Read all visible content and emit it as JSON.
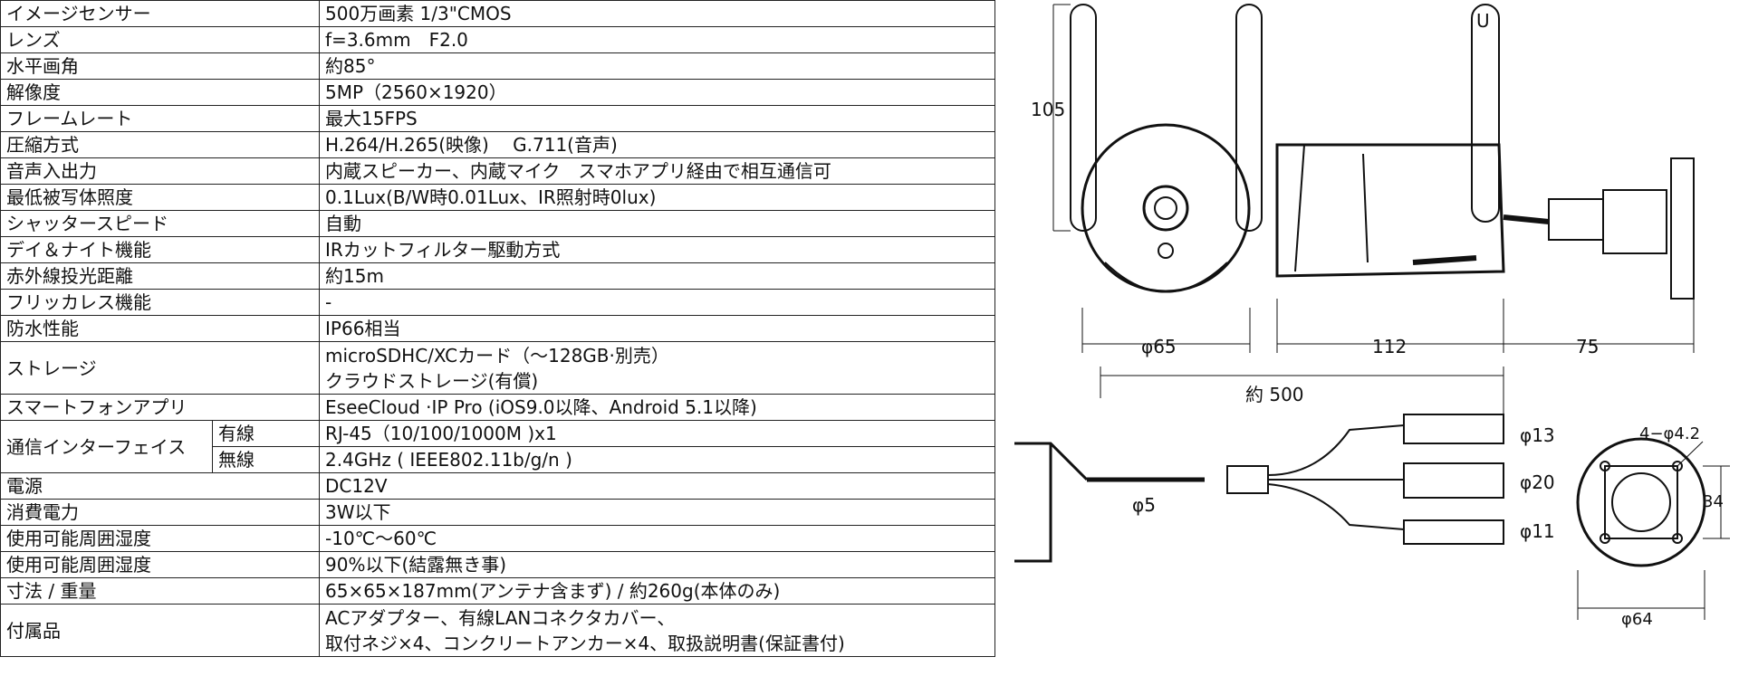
{
  "specs": [
    {
      "label": "イメージセンサー",
      "value": "500万画素 1/3\"CMOS"
    },
    {
      "label": "レンズ",
      "value": "f=3.6mm　F2.0"
    },
    {
      "label": "水平画角",
      "value": "約85°"
    },
    {
      "label": "解像度",
      "value": "5MP（2560×1920）"
    },
    {
      "label": "フレームレート",
      "value": "最大15FPS"
    },
    {
      "label": "圧縮方式",
      "value": "H.264/H.265(映像)　 G.711(音声)"
    },
    {
      "label": "音声入出力",
      "value": "内蔵スピーカー、内蔵マイク　スマホアプリ経由で相互通信可"
    },
    {
      "label": "最低被写体照度",
      "value": "0.1Lux(B/W時0.01Lux、IR照射時0lux)"
    },
    {
      "label": "シャッタースピード",
      "value": "自動"
    },
    {
      "label": "デイ＆ナイト機能",
      "value": "IRカットフィルター駆動方式"
    },
    {
      "label": "赤外線投光距離",
      "value": "約15m"
    },
    {
      "label": "フリッカレス機能",
      "value": "-"
    },
    {
      "label": "防水性能",
      "value": "IP66相当"
    },
    {
      "label": "ストレージ",
      "value": "microSDHC/XCカード（〜128GB·別売）",
      "value2": "クラウドストレージ(有償)"
    },
    {
      "label": "スマートフォンアプリ",
      "value": "EseeCloud ·IP Pro (iOS9.0以降、Android 5.1以降)"
    },
    {
      "label": "通信インターフェイス",
      "sub": [
        {
          "label": "有線",
          "value": "RJ-45（10/100/1000M )x1"
        },
        {
          "label": "無線",
          "value": "2.4GHz ( IEEE802.11b/g/n )"
        }
      ]
    },
    {
      "label": "電源",
      "value": "DC12V"
    },
    {
      "label": "消費電力",
      "value": "3W以下"
    },
    {
      "label": "使用可能周囲湿度",
      "value": "-10℃〜60℃"
    },
    {
      "label": "使用可能周囲湿度",
      "value": "90%以下(結露無き事)"
    },
    {
      "label": "寸法 / 重量",
      "value": "65×65×187mm(アンテナ含まず) / 約260g(本体のみ)"
    },
    {
      "label": "付属品",
      "value": "ACアダプター、有線LANコネクタカバー、",
      "value2": "取付ネジ×4、コンクリートアンカー×4、取扱説明書(保証書付)"
    }
  ],
  "dimensions": {
    "height_antenna": "105",
    "front_diameter": "φ65",
    "body_length": "112",
    "mount_length": "75",
    "cable_length": "約 500",
    "cable_diameter": "φ5",
    "conn_13": "φ13",
    "conn_20": "φ20",
    "conn_11": "φ11",
    "holes": "4−φ4.2",
    "base_diameter": "φ64",
    "base_height": "34",
    "antenna_cap": "U"
  }
}
